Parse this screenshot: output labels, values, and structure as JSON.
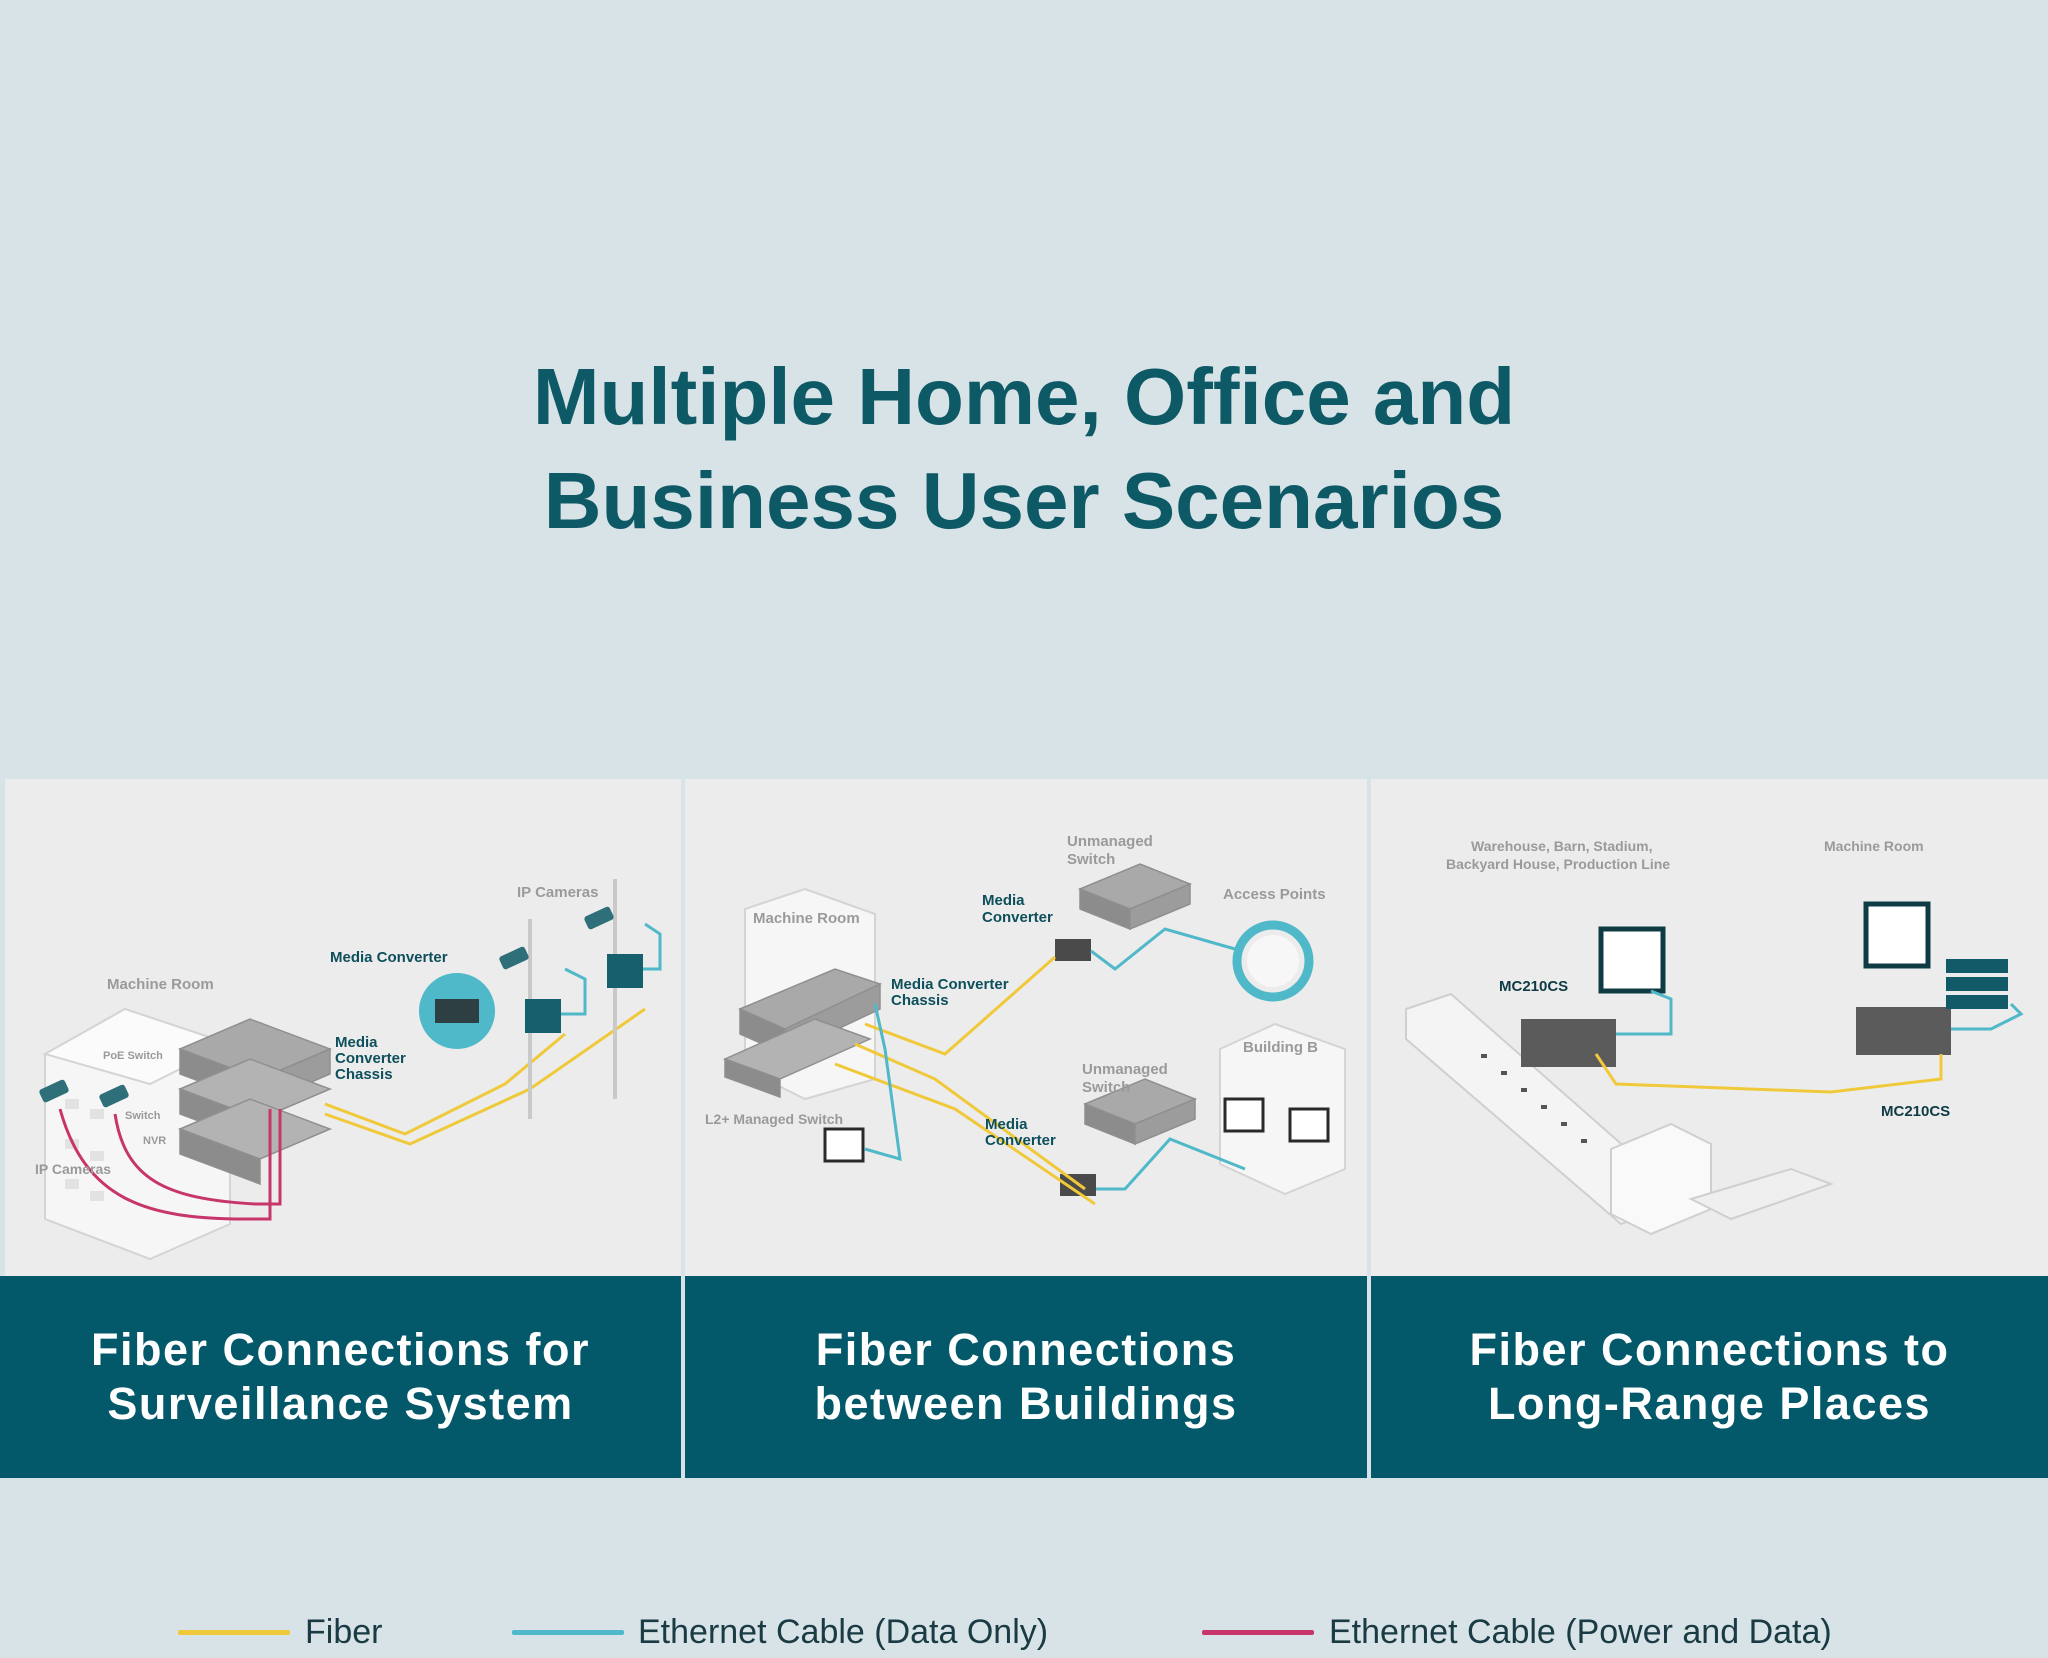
{
  "title": {
    "line1": "Multiple Home, Office and",
    "line2": "Business User Scenarios"
  },
  "panels": [
    {
      "caption_line1": "Fiber Connections for",
      "caption_line2": "Surveillance System",
      "labels": {
        "machine_room": "Machine Room",
        "poe_switch": "PoE Switch",
        "switch": "Switch",
        "nvr": "NVR",
        "ip_cameras_left": "IP Cameras",
        "ip_cameras_right": "IP Cameras",
        "media_converter": "Media Converter",
        "chassis_l1": "Media",
        "chassis_l2": "Converter",
        "chassis_l3": "Chassis"
      }
    },
    {
      "caption_line1": "Fiber Connections",
      "caption_line2": "between Buildings",
      "labels": {
        "machine_room": "Machine Room",
        "unmanaged_top_l1": "Unmanaged",
        "unmanaged_top_l2": "Switch",
        "mc_top_l1": "Media",
        "mc_top_l2": "Converter",
        "access_points": "Access Points",
        "chassis_l1": "Media Converter",
        "chassis_l2": "Chassis",
        "building_b": "Building B",
        "unmanaged_bot_l1": "Unmanaged",
        "unmanaged_bot_l2": "Switch",
        "l2_switch": "L2+ Managed Switch",
        "mc_bot_l1": "Media",
        "mc_bot_l2": "Converter"
      }
    },
    {
      "caption_line1": "Fiber Connections to",
      "caption_line2": "Long-Range Places",
      "labels": {
        "warehouse_l1": "Warehouse, Barn, Stadium,",
        "warehouse_l2": "Backyard House, Production Line",
        "machine_room": "Machine Room",
        "mc_left": "MC210CS",
        "mc_right": "MC210CS"
      }
    }
  ],
  "legend": [
    {
      "label": "Fiber",
      "color": "#f0c93a"
    },
    {
      "label": "Ethernet Cable (Data Only)",
      "color": "#4fb8c9"
    },
    {
      "label": "Ethernet Cable (Power and Data)",
      "color": "#c8356b"
    }
  ],
  "colors": {
    "fiber": "#f0c93a",
    "ethernet_data": "#4fb8c9",
    "ethernet_power": "#c8356b",
    "brand": "#03586a",
    "title": "#0e5966"
  }
}
